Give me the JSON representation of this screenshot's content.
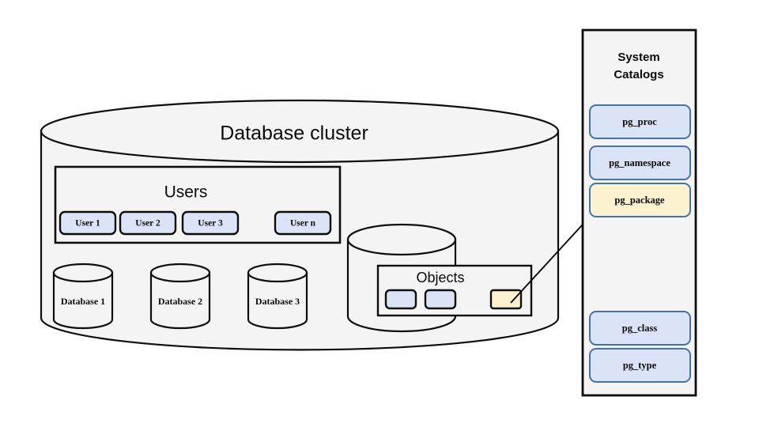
{
  "diagram": {
    "title": "Database cluster",
    "colors": {
      "panel_bg": "#f4f4f4",
      "shape_outline": "#0d0d0d",
      "blue_fill": "#dae4f6",
      "blue_border": "#4573a8",
      "yellow_fill": "#fdf2d0",
      "yellow_border": "#4573a8",
      "arrow": "#0a0a0a",
      "page_bg": "#ffffff"
    },
    "cluster": {
      "label": "Database  cluster",
      "users_group": {
        "label": "Users",
        "users": [
          {
            "label": "User 1"
          },
          {
            "label": "User 2"
          },
          {
            "label": "User 3"
          },
          {
            "label": "User n"
          }
        ]
      },
      "databases": [
        {
          "label": "Database 1"
        },
        {
          "label": "Database 2"
        },
        {
          "label": "Database 3"
        }
      ],
      "objects_cylinder": {
        "group_label": "Objects",
        "items": [
          {
            "label": "",
            "kind": "blue"
          },
          {
            "label": "",
            "kind": "blue"
          },
          {
            "label": "",
            "kind": "yellow"
          }
        ]
      }
    },
    "system_catalogs": {
      "title_line1": "System",
      "title_line2": "Catalogs",
      "entries": [
        {
          "label": "pg_proc",
          "kind": "blue"
        },
        {
          "label": "pg_namespace",
          "kind": "blue"
        },
        {
          "label": "pg_package",
          "kind": "yellow"
        },
        {
          "label": "pg_class",
          "kind": "blue"
        },
        {
          "label": "pg_type",
          "kind": "blue"
        }
      ]
    },
    "connector": {
      "from": "pg_package",
      "to": "objects-item-yellow"
    }
  }
}
